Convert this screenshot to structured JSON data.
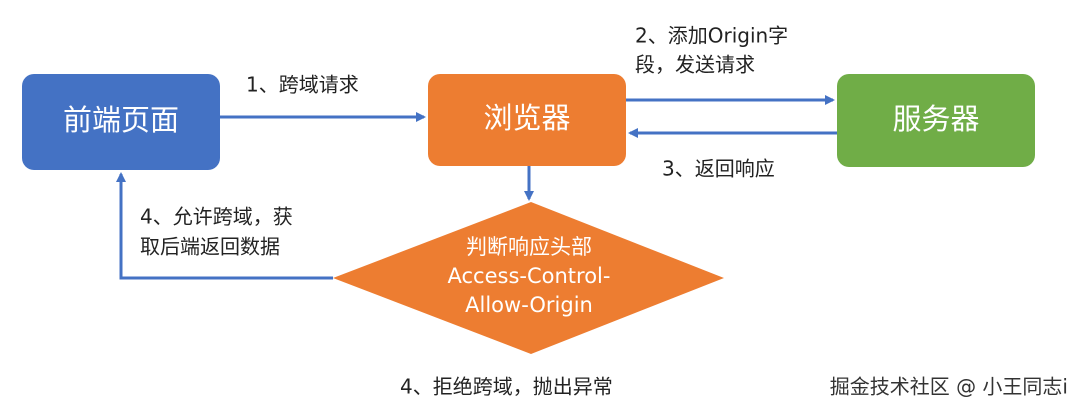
{
  "colors": {
    "frontend": "#4472c4",
    "browser": "#ed7d31",
    "server": "#70ad47",
    "arrow": "#4472c4"
  },
  "nodes": {
    "frontend": "前端页面",
    "browser": "浏览器",
    "server": "服务器",
    "decision": [
      "判断响应头部",
      "Access-Control-",
      "Allow-Origin"
    ]
  },
  "edges": {
    "step1": "1、跨域请求",
    "step2": [
      "2、添加Origin字",
      "段，发送请求"
    ],
    "step3": "3、返回响应",
    "step4_allow": [
      "4、允许跨域，获",
      "取后端返回数据"
    ],
    "step4_deny": "4、拒绝跨域，抛出异常"
  },
  "watermark": "掘金技术社区 @ 小王同志i"
}
